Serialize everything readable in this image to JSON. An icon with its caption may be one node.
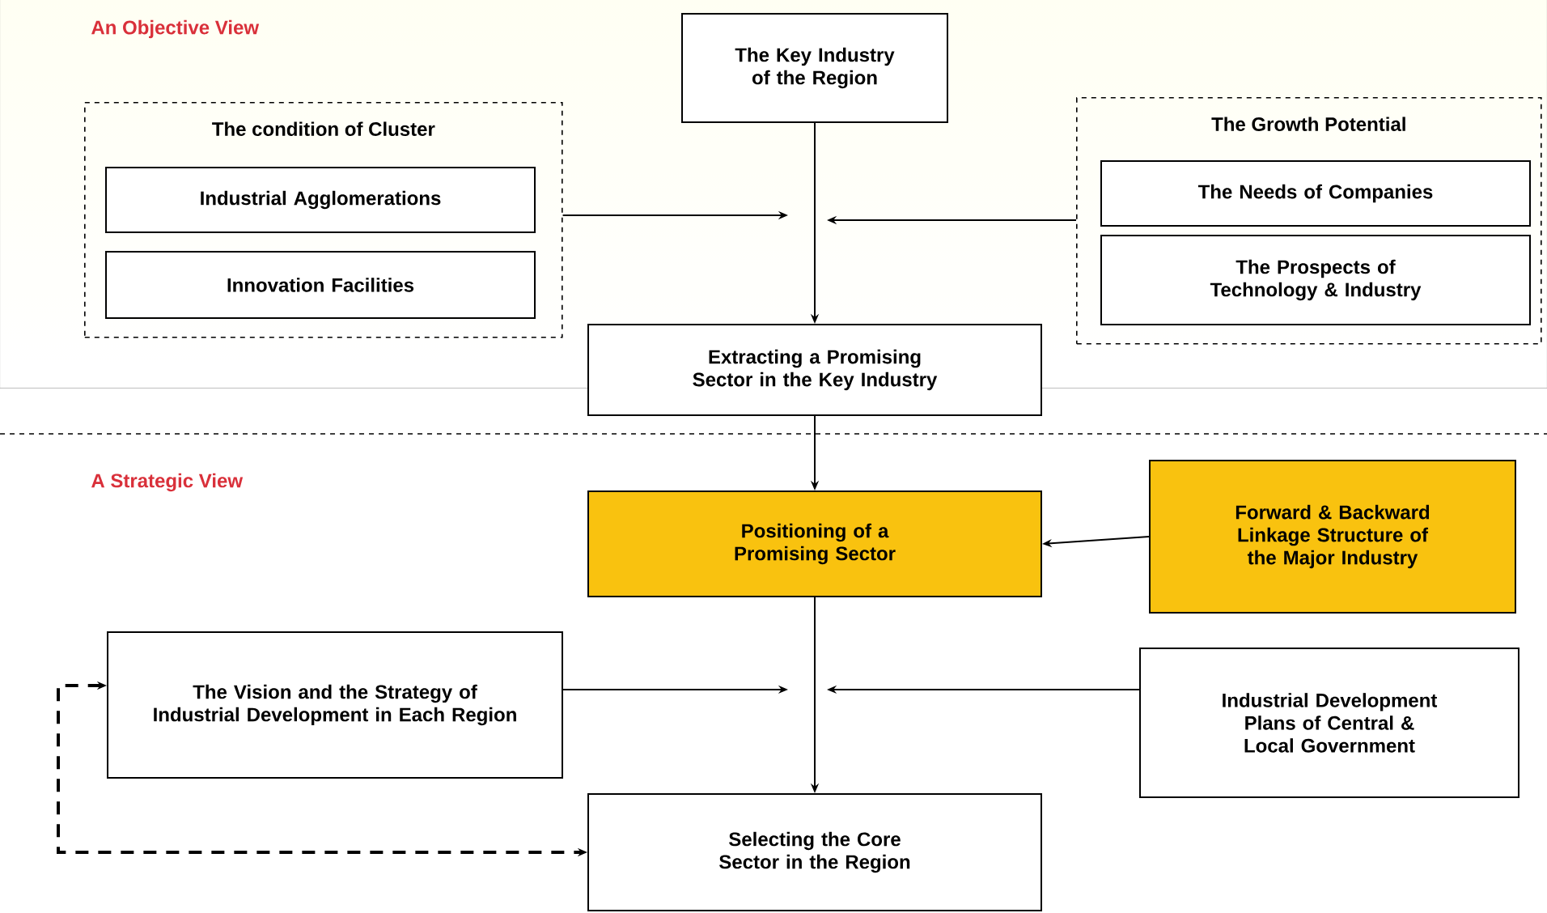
{
  "diagram": {
    "nodes": [
      {
        "text": [
          "The Key Industry of the Region"
        ]
      },
      {
        "text": [
          "The condition of Cluster"
        ]
      },
      {
        "text": [
          "Industrial Agglomerations"
        ],
        "in": 1
      },
      {
        "text": [
          "Innovation Facilities"
        ],
        "in": 1
      },
      {
        "text": [
          "The Growth Potential"
        ]
      },
      {
        "text": [
          "The Needs of Companies"
        ],
        "in": 4
      },
      {
        "text": [
          "The Prospects of Technology & Industry"
        ],
        "in": 4
      },
      {
        "text": [
          "Extracting a Promising Sector in the Key Industry"
        ]
      },
      {
        "text": [
          "Positioning of a Promising Sector"
        ]
      },
      {
        "text": [
          "Forward & Backward Linkage Structure of the Major Industry"
        ]
      },
      {
        "text": [
          "The Vision and the Strategy of Industrial Development in Each Region"
        ]
      },
      {
        "text": [
          "Industrial Development Plans of Central & Local Government"
        ]
      },
      {
        "text": [
          "Selecting the Core Sector in the Region"
        ]
      }
    ],
    "edges": [
      {
        "from": 0,
        "to": 7,
        "arrow": "to"
      },
      {
        "from": 1,
        "to": null,
        "arrow": "to"
      },
      {
        "from": 4,
        "to": null,
        "arrow": "to"
      },
      {
        "from": 7,
        "to": 8,
        "arrow": "to"
      },
      {
        "from": 9,
        "to": 8,
        "arrow": "to"
      },
      {
        "from": 8,
        "to": 12,
        "arrow": "to"
      },
      {
        "from": 10,
        "to": null,
        "arrow": "to"
      },
      {
        "from": 11,
        "to": null,
        "arrow": "to"
      },
      {
        "from": 10,
        "to": 12,
        "arrow": "both",
        "style": "dashed"
      }
    ],
    "labels": [
      "An Objective View",
      "A Strategic View"
    ]
  }
}
